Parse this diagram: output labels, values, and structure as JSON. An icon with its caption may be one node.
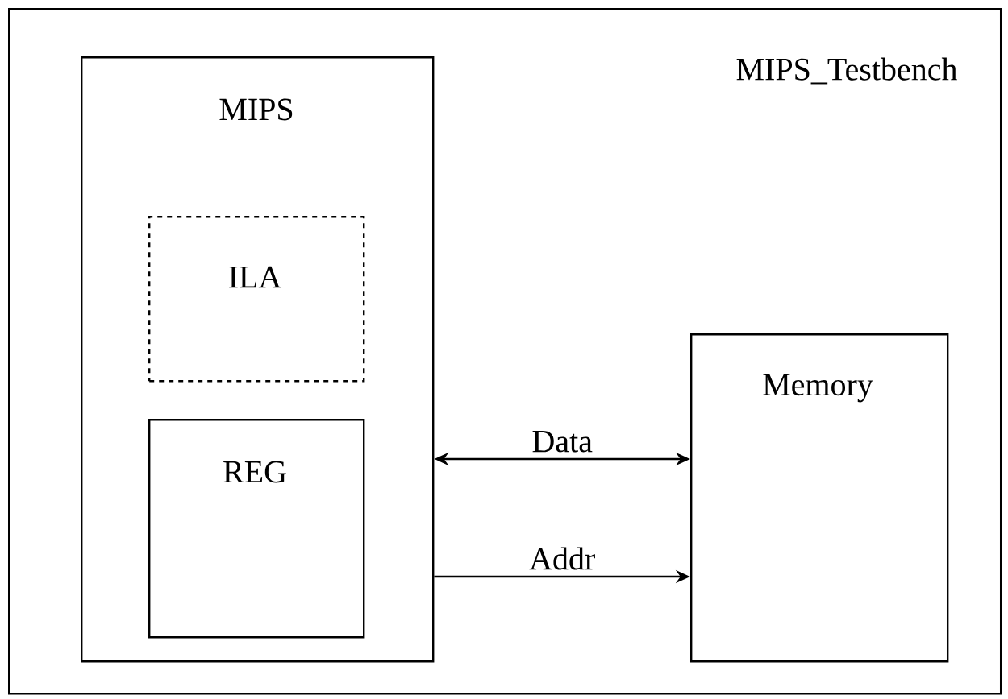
{
  "diagram": {
    "nodes": [
      {
        "text": [
          "MIPS_Testbench"
        ]
      },
      {
        "text": [
          "MIPS"
        ],
        "in": 0
      },
      {
        "text": [
          "ILA"
        ],
        "in": 1
      },
      {
        "text": [
          "REG"
        ],
        "in": 1
      },
      {
        "text": [
          "Memory"
        ],
        "in": 0
      }
    ],
    "edges": [
      {
        "from": 1,
        "to": 4,
        "arrow": "both",
        "label": "Data"
      },
      {
        "from": 1,
        "to": 4,
        "arrow": "to",
        "label": "Addr"
      }
    ]
  }
}
